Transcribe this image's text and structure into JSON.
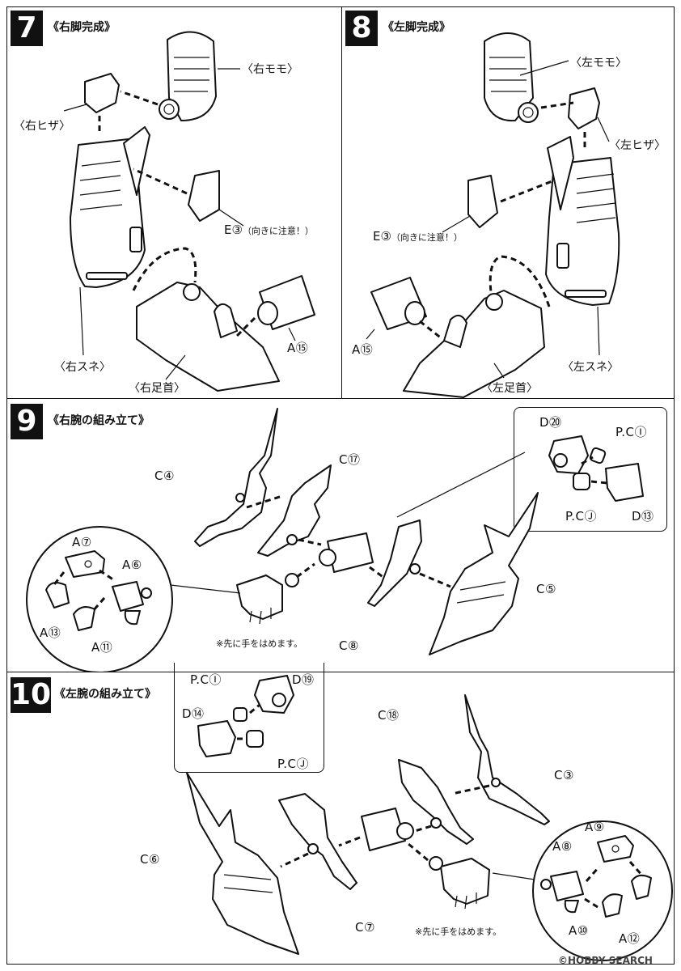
{
  "steps": [
    {
      "number": "7",
      "title": "《右脚完成》",
      "labels": {
        "thigh": "〈右モモ〉",
        "knee": "〈右ヒザ〉",
        "part_e": "E③",
        "part_e_note": "（向きに注意！）",
        "shin": "〈右スネ〉",
        "ankle": "〈右足首〉",
        "part_a": "A⑮"
      }
    },
    {
      "number": "8",
      "title": "《左脚完成》",
      "labels": {
        "thigh": "〈左モモ〉",
        "knee": "〈左ヒザ〉",
        "part_e": "E③",
        "part_e_note": "（向きに注意！）",
        "part_a": "A⑮",
        "shin": "〈左スネ〉",
        "ankle": "〈左足首〉"
      }
    },
    {
      "number": "9",
      "title": "《右腕の組み立て》",
      "labels": {
        "c4": "C④",
        "c17": "C⑰",
        "c5": "C⑤",
        "c8": "C⑧",
        "d20": "D⑳",
        "pc_i": "P.CⒾ",
        "pc_j": "P.CⒿ",
        "d13": "D⑬",
        "a7": "A⑦",
        "a6": "A⑥",
        "a13": "A⑬",
        "a11": "A⑪",
        "note": "※先に手をはめます。"
      }
    },
    {
      "number": "10",
      "title": "《左腕の組み立て》",
      "labels": {
        "pc_i": "P.CⒾ",
        "d19": "D⑲",
        "d14": "D⑭",
        "pc_j": "P.CⒿ",
        "c18": "C⑱",
        "c3": "C③",
        "c6": "C⑥",
        "c7": "C⑦",
        "a9": "A⑨",
        "a8": "A⑧",
        "a10": "A⑩",
        "a12": "A⑫",
        "note": "※先に手をはめます。"
      }
    }
  ],
  "watermark": "©HOBBY SEARCH"
}
